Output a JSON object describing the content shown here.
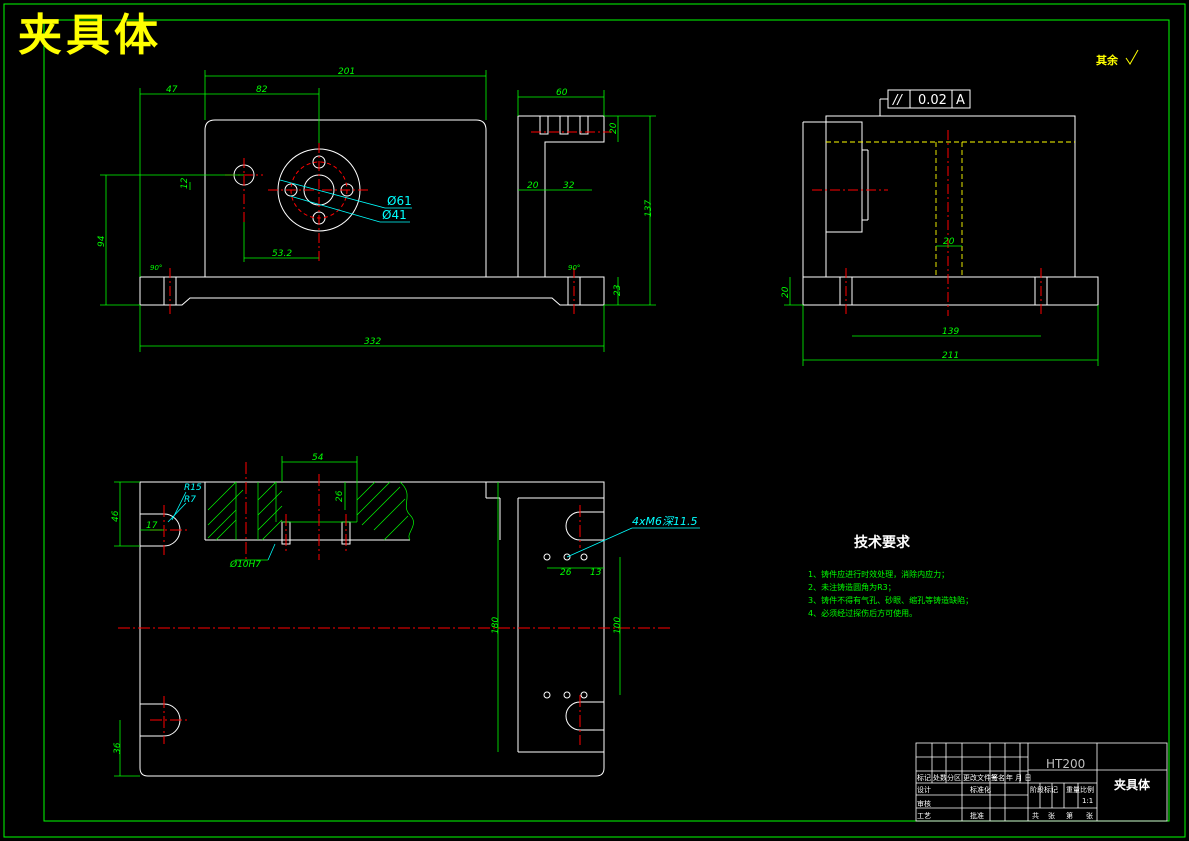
{
  "title_block_big": "夹具体",
  "surface_finish": "其余",
  "tolerance_frame": {
    "symbol": "//",
    "value": "0.02",
    "datum": "A"
  },
  "dimensions": {
    "front": [
      "47",
      "82",
      "201",
      "60",
      "20",
      "20",
      "32",
      "137",
      "94",
      "12",
      "53.2",
      "Ø61",
      "Ø41",
      "23",
      "332",
      "90°",
      "90°"
    ],
    "side": [
      "20",
      "20",
      "139",
      "211"
    ],
    "top": [
      "54",
      "46",
      "26",
      "R15",
      "R7",
      "17",
      "4xM6深11.5",
      "Ø10H7",
      "26",
      "13",
      "180",
      "100",
      "36"
    ]
  },
  "tech_requirements": {
    "title": "技术要求",
    "items": [
      "1、铸件应进行时效处理，消除内应力；",
      "2、未注铸造圆角为R3；",
      "3、铸件不得有气孔、砂眼、缩孔等铸造缺陷；",
      "4、必须经过探伤后方可使用。"
    ]
  },
  "title_block": {
    "material": "HT200",
    "part_name": "夹具体",
    "scale": "1:1",
    "labels": [
      "标记",
      "处数",
      "分区",
      "更改文件号",
      "签名",
      "年 月 日",
      "设计",
      "标准化",
      "审核",
      "工艺",
      "批准",
      "阶段标记",
      "重量",
      "比例",
      "共",
      "张",
      "第",
      "张"
    ]
  },
  "colors": {
    "background": "#000000",
    "outline": "#ffffff",
    "dimension": "#00ff00",
    "center": "#ff0000",
    "hidden": "#ffff00",
    "annotation": "#00ffff",
    "hatch": "#00ff00",
    "frame": "#00ff00"
  }
}
